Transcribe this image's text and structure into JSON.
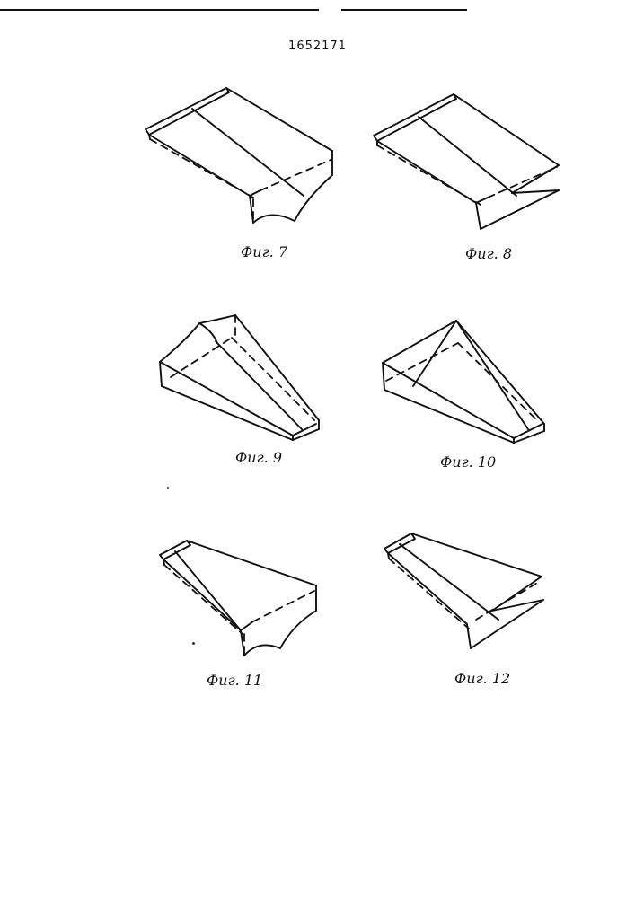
{
  "document": {
    "number": "1652171"
  },
  "figures": [
    {
      "id": "fig7",
      "caption": "Фиг. 7"
    },
    {
      "id": "fig8",
      "caption": "Фиг. 8"
    },
    {
      "id": "fig9",
      "caption": "Фиг. 9"
    },
    {
      "id": "fig10",
      "caption": "Фиг. 10"
    },
    {
      "id": "fig11",
      "caption": "Фиг. 11"
    },
    {
      "id": "fig12",
      "caption": "Фиг. 12"
    }
  ]
}
